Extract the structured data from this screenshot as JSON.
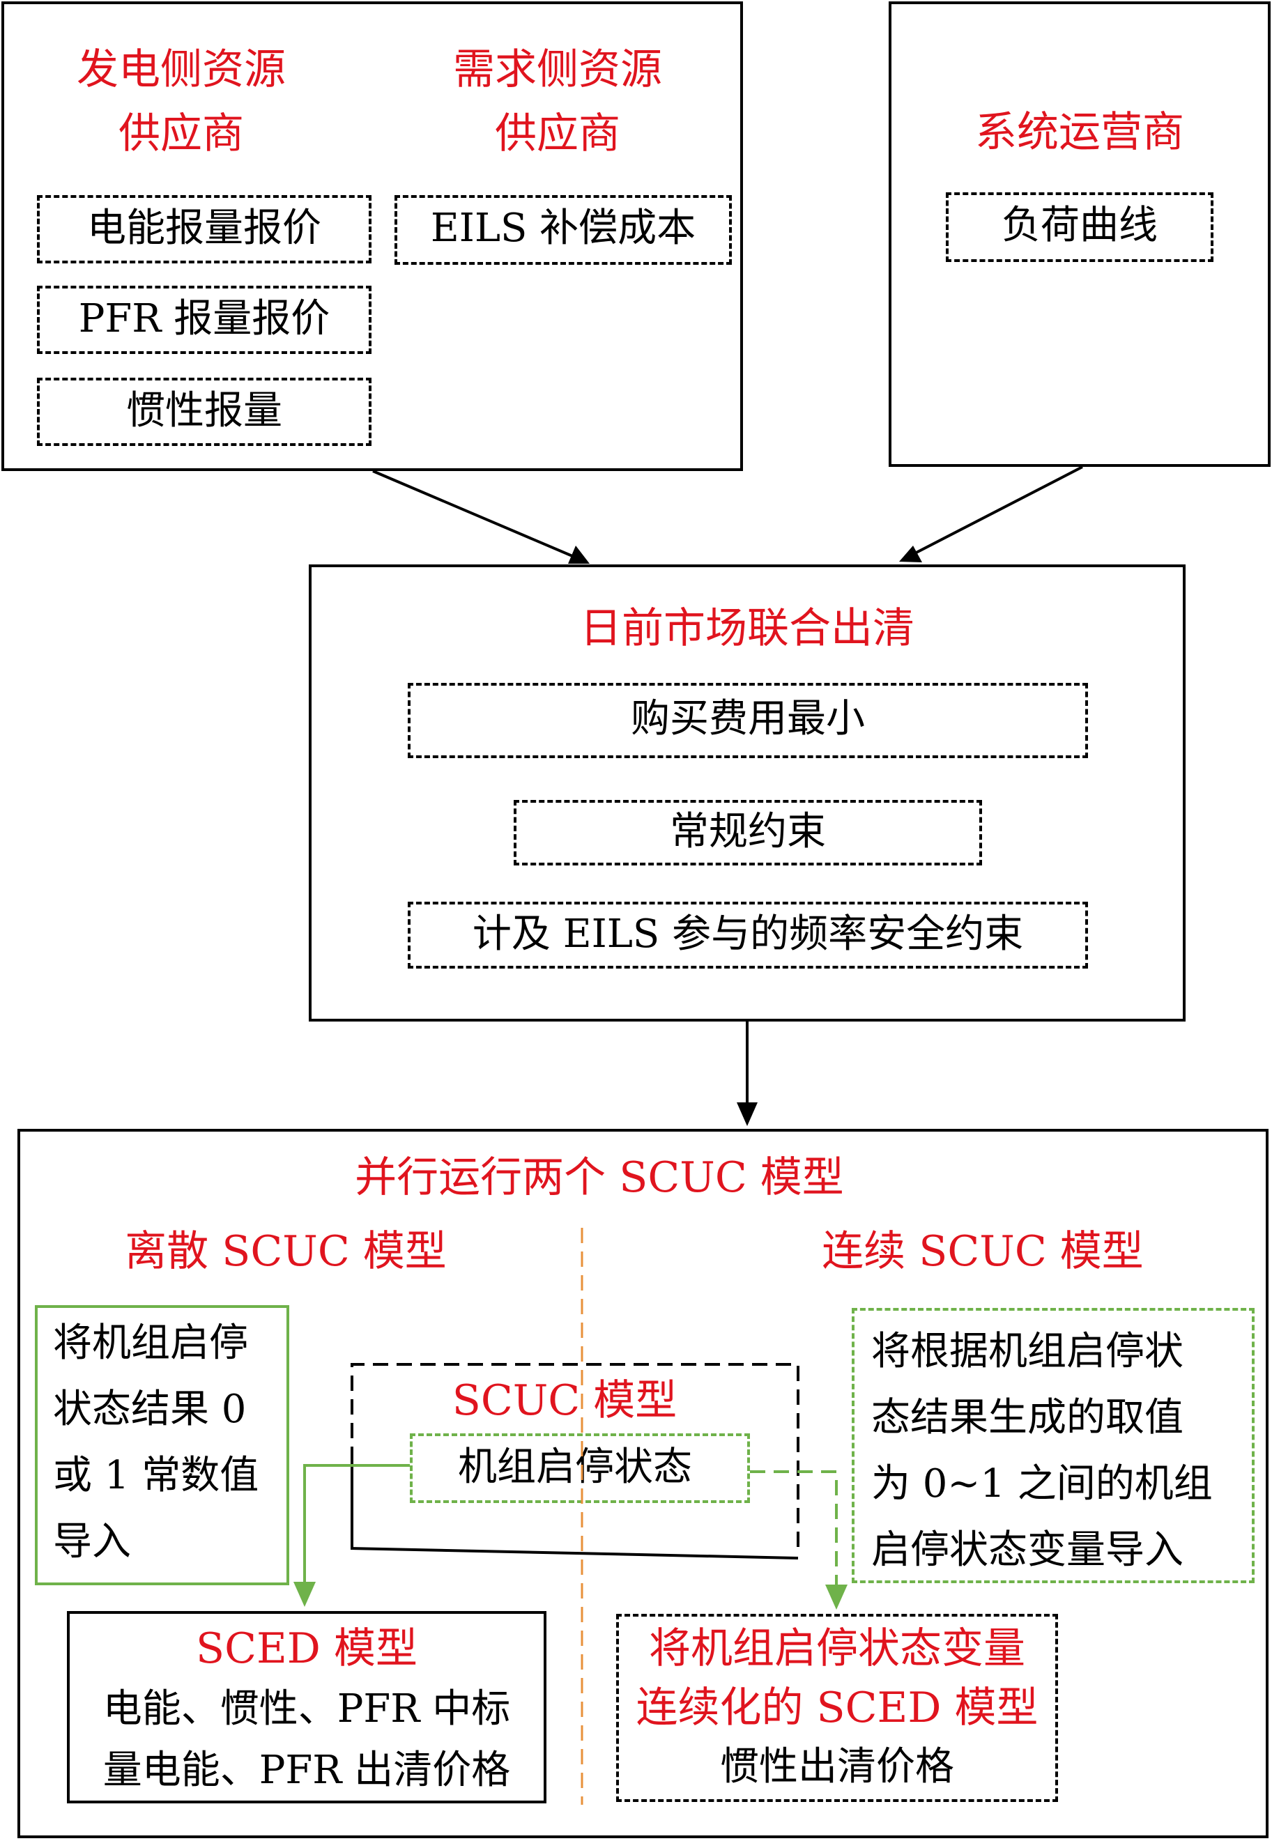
{
  "top": {
    "gen_title": [
      "发电侧资源",
      "供应商"
    ],
    "demand_title": [
      "需求侧资源",
      "供应商"
    ],
    "gen_items": [
      "电能报量报价",
      "PFR 报量报价",
      "惯性报量"
    ],
    "demand_items": [
      "EILS 补偿成本"
    ],
    "operator_title": "系统运营商",
    "operator_items": [
      "负荷曲线"
    ]
  },
  "clearing": {
    "title": "日前市场联合出清",
    "items": [
      "购买费用最小",
      "常规约束",
      "计及 EILS 参与的频率安全约束"
    ]
  },
  "bottom": {
    "title": "并行运行两个 SCUC 模型",
    "left_title": "离散 SCUC 模型",
    "right_title": "连续 SCUC 模型",
    "left_note": [
      "将机组启停",
      "状态结果 0",
      "或 1 常数值",
      "导入"
    ],
    "right_note": [
      "将根据机组启停状",
      "态结果生成的取值",
      "为 0~1 之间的机组",
      "启停状态变量导入"
    ],
    "scuc_title": "SCUC 模型",
    "scuc_item": "机组启停状态",
    "sced_left_title": "SCED 模型",
    "sced_left_lines": [
      "电能、惯性、PFR 中标",
      "量电能、PFR 出清价格"
    ],
    "sced_right_title_lines": [
      "将机组启停状态变量",
      "连续化的 SCED 模型"
    ],
    "sced_right_line": "惯性出清价格"
  },
  "colors": {
    "title_red": "#e0141e",
    "green": "#6fb24a",
    "divider_orange": "#e8903a"
  }
}
